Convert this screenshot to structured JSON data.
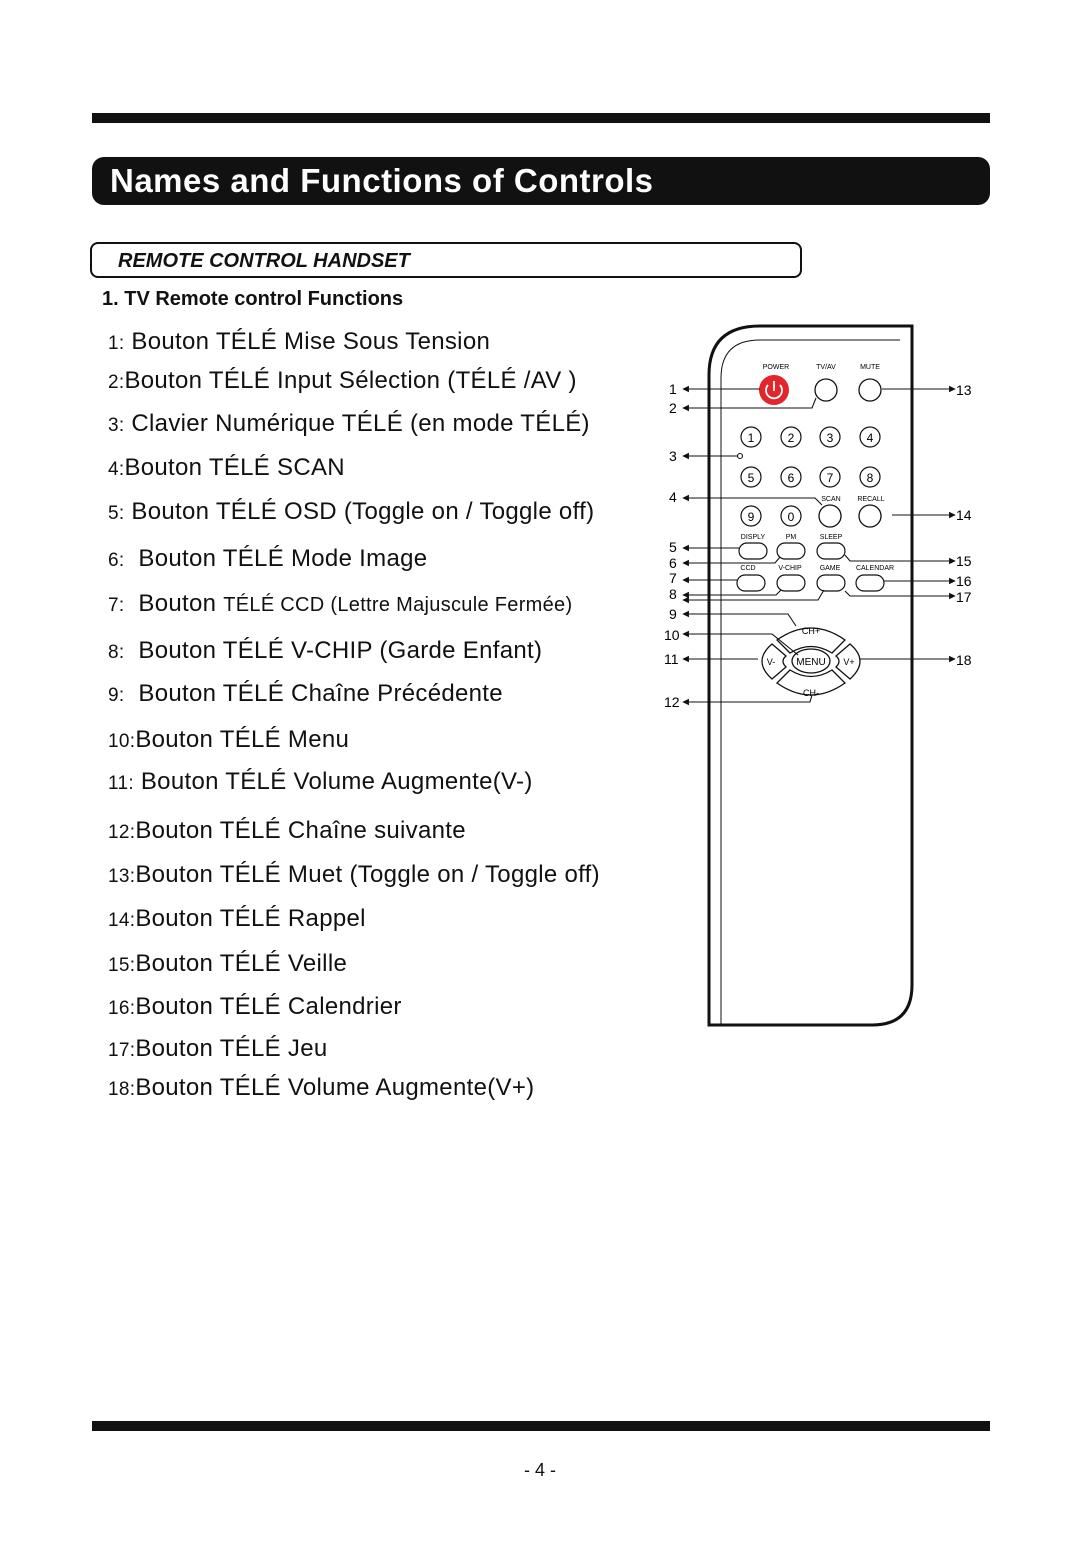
{
  "header": {
    "title": "Names and Functions of Controls"
  },
  "section": {
    "title": "REMOTE CONTROL HANDSET",
    "subtitle": "1. TV Remote control Functions"
  },
  "functions": [
    {
      "num": "1:",
      "text": "Bouton TÉLÉ Mise Sous Tension"
    },
    {
      "num": "2:",
      "text": "Bouton TÉLÉ Input Sélection (TÉLÉ /AV )"
    },
    {
      "num": "3:",
      "text": "Clavier Numérique TÉLÉ (en mode TÉLÉ)"
    },
    {
      "num": "4:",
      "text": "Bouton TÉLÉ SCAN"
    },
    {
      "num": "5:",
      "text": "Bouton TÉLÉ OSD (Toggle on / Toggle off)"
    },
    {
      "num": "6:",
      "text": "Bouton TÉLÉ Mode Image"
    },
    {
      "num": "7:",
      "text_a": "Bouton",
      "text_b": "TÉLÉ CCD (Lettre Majuscule Fermée)"
    },
    {
      "num": "8:",
      "text": "Bouton TÉLÉ V-CHIP (Garde Enfant)"
    },
    {
      "num": "9:",
      "text": "Bouton TÉLÉ Chaîne Précédente"
    },
    {
      "num": "10:",
      "text": "Bouton TÉLÉ Menu"
    },
    {
      "num": "11:",
      "text": "Bouton TÉLÉ Volume Augmente(V-)"
    },
    {
      "num": "12:",
      "text": "Bouton TÉLÉ Chaîne suivante"
    },
    {
      "num": "13:",
      "text": "Bouton TÉLÉ Muet (Toggle on / Toggle off)"
    },
    {
      "num": "14:",
      "text": "Bouton TÉLÉ Rappel"
    },
    {
      "num": "15:",
      "text": "Bouton TÉLÉ Veille"
    },
    {
      "num": "16:",
      "text": "Bouton TÉLÉ Calendrier"
    },
    {
      "num": "17:",
      "text": "Bouton TÉLÉ Jeu"
    },
    {
      "num": "18:",
      "text": "Bouton TÉLÉ Volume Augmente(V+)"
    }
  ],
  "remote": {
    "top_labels": [
      "POWER",
      "TV/AV",
      "MUTE"
    ],
    "digits": [
      "1",
      "2",
      "3",
      "4",
      "5",
      "6",
      "7",
      "8",
      "9",
      "0"
    ],
    "mid_labels": [
      "SCAN",
      "RECALL"
    ],
    "row_labels_a": [
      "DISPLY",
      "PM",
      "SLEEP"
    ],
    "row_labels_b": [
      "CCD",
      "V-CHIP",
      "GAME",
      "CALENDAR"
    ],
    "nav": {
      "up": "CH+",
      "down": "CH-",
      "left": "V-",
      "right": "V+",
      "center": "MENU"
    },
    "callouts_left": [
      "1",
      "2",
      "3",
      "4",
      "5",
      "6",
      "7",
      "8",
      "9",
      "10",
      "11",
      "12"
    ],
    "callouts_right": [
      "13",
      "14",
      "15",
      "16",
      "17",
      "18"
    ],
    "power_color": "#e3262b"
  },
  "footer": {
    "page_number": "- 4 -"
  }
}
